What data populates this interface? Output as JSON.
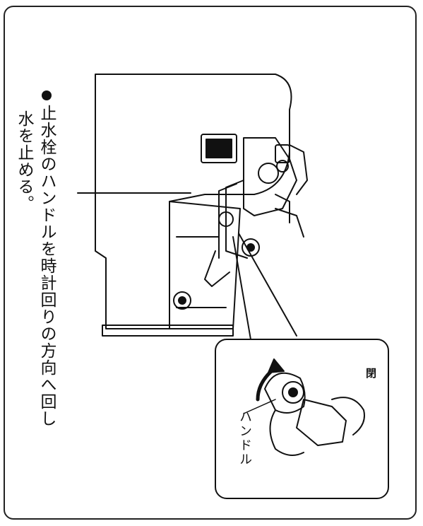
{
  "instruction": {
    "line1": "止水栓のハンドルを時計回りの方向へ回し",
    "line2": "水を止める。"
  },
  "callout": {
    "handle_label": "ハンドル",
    "close_label": "閉"
  }
}
